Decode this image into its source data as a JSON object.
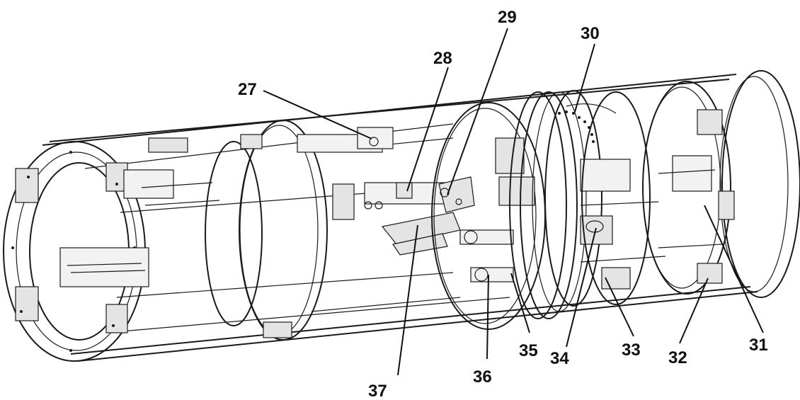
{
  "figure": {
    "part_labels": [
      "27",
      "28",
      "29",
      "30",
      "31",
      "32",
      "33",
      "34",
      "35",
      "36",
      "37"
    ]
  }
}
